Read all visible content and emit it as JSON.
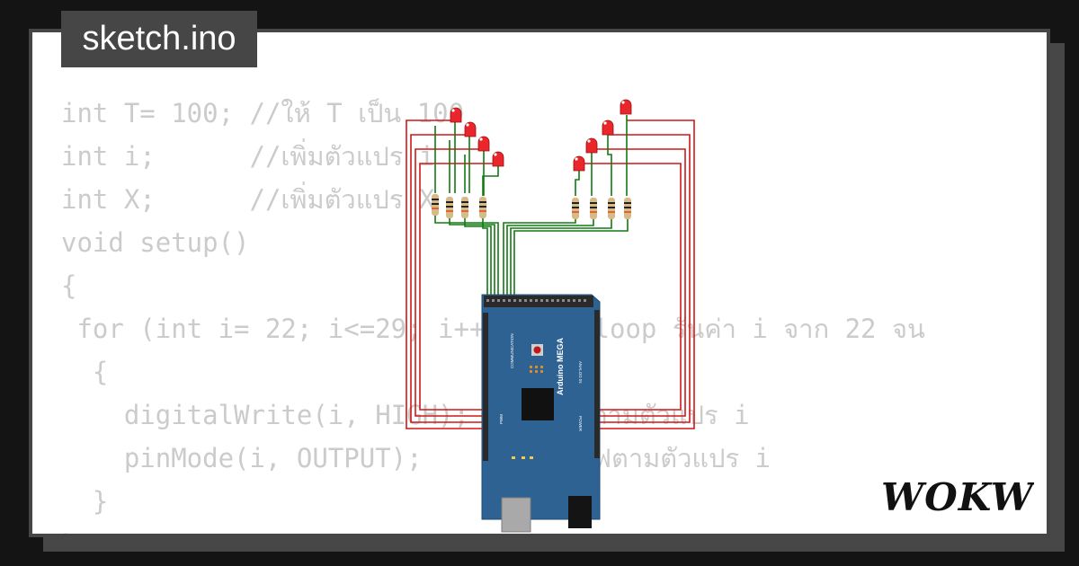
{
  "file_tab": {
    "label": "sketch.ino"
  },
  "code_lines": [
    "int T= 100; //ให้ T เป็น 100",
    "int i;      //เพิ่มตัวแปร i",
    "int X;      //เพิ่มตัวแปร X",
    "void setup()",
    "{",
    " for (int i= 22; i<=29; i++) //ใช้ loop รันค่า i จาก 22 จน",
    "  {",
    "    digitalWrite(i, HIGH); //เปิดไฟตามตัวแปร i",
    "    pinMode(i, OUTPUT);    //ปล่อยไฟตามตัวแปร i",
    "  }",
    "}"
  ],
  "board": {
    "model_label": "Arduino MEGA",
    "communication_label": "COMMUNICATION",
    "pwm_label": "PWM",
    "analog_label": "ANALOG IN",
    "power_label": "POWER",
    "color": "#2d6293"
  },
  "brand": {
    "logo_text": "WOKWi"
  },
  "colors": {
    "background": "#141414",
    "card": "#ffffff",
    "tab": "#464646",
    "code_text": "#cbcbcb",
    "led": "#e8262b",
    "wire_red": "#d01717",
    "wire_green": "#127a12"
  }
}
